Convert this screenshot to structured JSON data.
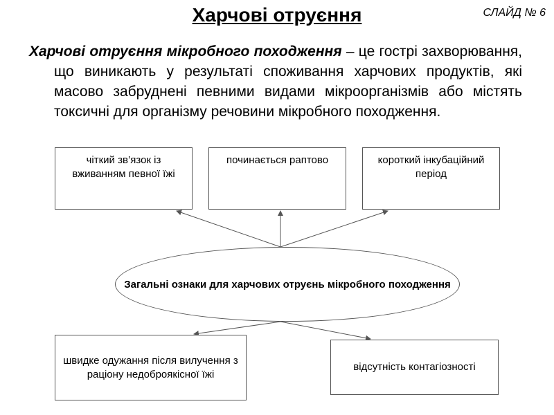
{
  "slide_label": "СЛАЙД № 6",
  "title": "Харчові отруєння",
  "definition": {
    "term": "Харчові отруєння мікробного походження",
    "text": " – це гострі захворювання, що виникають у результаті споживання харчових продуктів, які масово забруднені певними видами мікроорганізмів або містять токсичні для організму речовини мікробного походження."
  },
  "diagram": {
    "center": "Загальні ознаки для харчових отруєнь мікробного походження",
    "nodes": {
      "link_food": "чіткий зв’язок із вживанням певної їжі",
      "sudden_onset": "починається раптово",
      "short_incubation": "короткий інкубаційний період",
      "fast_recovery": "швидке одужання після вилучення з раціону недоброякісної їжі",
      "non_contagious": "відсутність контагіозності"
    }
  }
}
